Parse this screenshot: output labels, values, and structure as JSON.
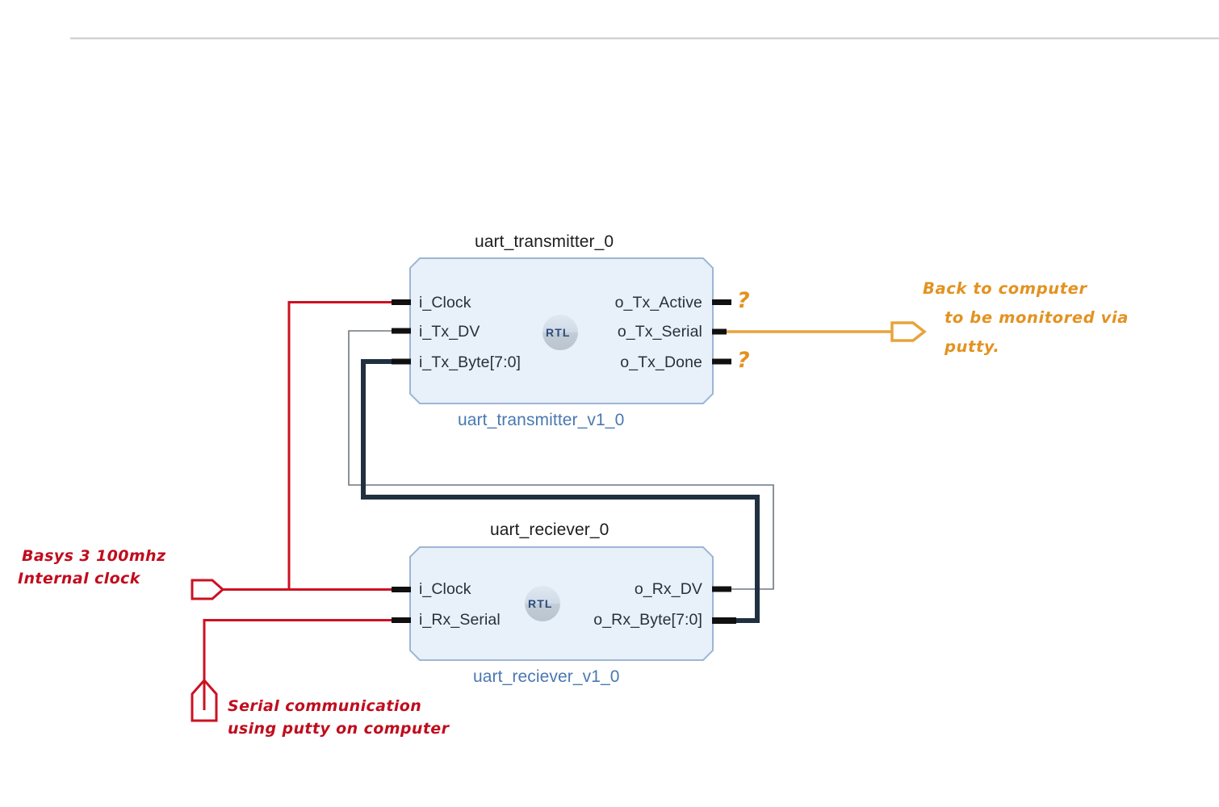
{
  "page": {
    "background": "#ffffff",
    "divider_color": "#c9c9c9"
  },
  "colors": {
    "block_fill": "#e8f0fa",
    "block_border": "#9db6d4",
    "module_label": "#4a78b0",
    "pin_text": "#27313a",
    "title_text": "#1d1d1d",
    "wire_red": "#cc1122",
    "wire_orange": "#e8a33d",
    "wire_bus_dark": "#203040",
    "wire_thin_gray": "#6d7680",
    "pin_stub": "#101010",
    "rtl_logo_text": "#2d4a7a",
    "handwriting_red": "#c00d1e",
    "handwriting_orange": "#e39220"
  },
  "blocks": [
    {
      "id": "uart-transmitter",
      "title": "uart_transmitter_0",
      "module": "uart_transmitter_v1_0",
      "logo": "rtl-logo",
      "inputs": [
        "i_Clock",
        "i_Tx_DV",
        "i_Tx_Byte[7:0]"
      ],
      "outputs": [
        "o_Tx_Active",
        "o_Tx_Serial",
        "o_Tx_Done"
      ]
    },
    {
      "id": "uart-receiver",
      "title": "uart_reciever_0",
      "module": "uart_reciever_v1_0",
      "logo": "rtl-logo",
      "inputs": [
        "i_Clock",
        "i_Rx_Serial"
      ],
      "outputs": [
        "o_Rx_DV",
        "o_Rx_Byte[7:0]"
      ]
    }
  ],
  "logo": {
    "text": "RTL"
  },
  "annotations": {
    "clock_note": {
      "line1": "Basys 3 100mhz",
      "line2": "Internal clock",
      "color": "#c00d1e"
    },
    "serial_note": {
      "line1": "Serial communication",
      "line2": "using putty on computer",
      "color": "#c00d1e"
    },
    "monitor_note": {
      "line1": "Back to computer",
      "line2": "to be monitored via",
      "line3": "putty.",
      "color": "#e39220"
    },
    "question_marks": [
      "?",
      "?"
    ]
  },
  "ports": [
    {
      "name": "clock-input-port",
      "shape": "pentagon-right",
      "color": "#cc1122"
    },
    {
      "name": "serial-input-port",
      "shape": "pentagon-up",
      "color": "#cc1122"
    },
    {
      "name": "serial-output-port",
      "shape": "pentagon-right",
      "color": "#e8a33d"
    }
  ]
}
